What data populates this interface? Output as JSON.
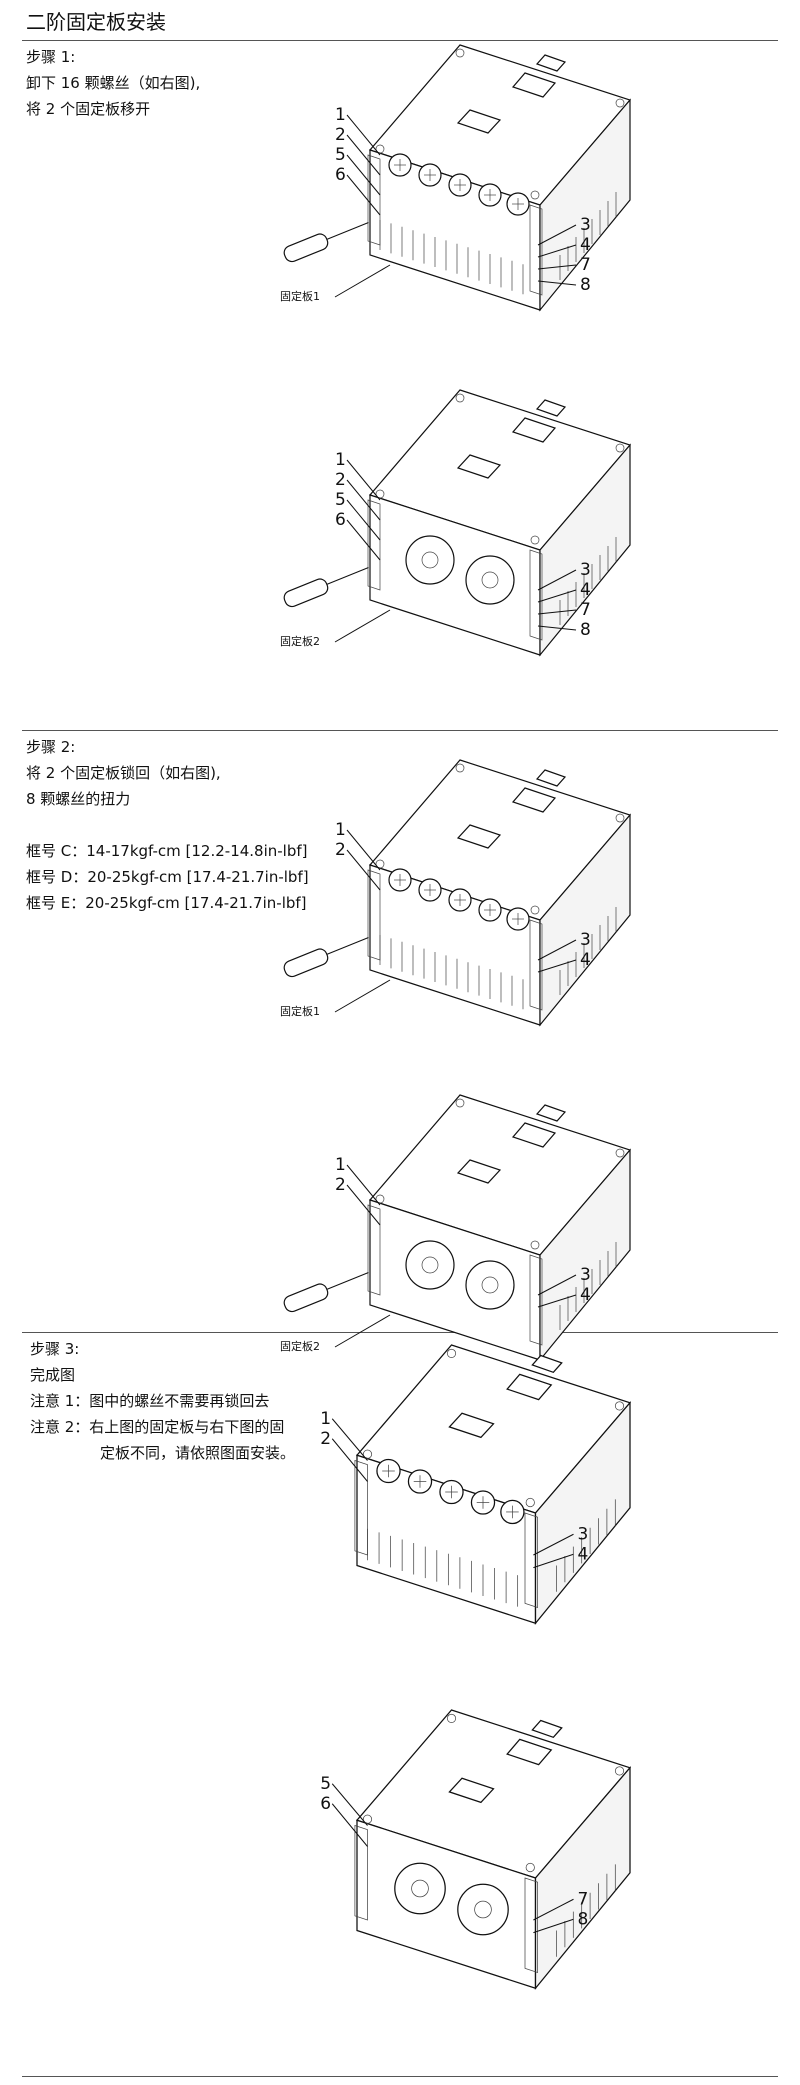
{
  "title": "二阶固定板安装",
  "step1": {
    "heading": "步骤 1:",
    "line1": "卸下 16 颗螺丝（如右图),",
    "line2": "将 2 个固定板移开"
  },
  "step2": {
    "heading": "步骤 2:",
    "line1": "将 2 个固定板锁回（如右图),",
    "line2": "8 颗螺丝的扭力",
    "torque_c": "框号 C：14-17kgf-cm [12.2-14.8in-lbf]",
    "torque_d": "框号 D：20-25kgf-cm [17.4-21.7in-lbf]",
    "torque_e": "框号 E：20-25kgf-cm [17.4-21.7in-lbf]"
  },
  "step3": {
    "heading": "步骤 3:",
    "line1": "完成图",
    "note1": "注意 1：图中的螺丝不需要再锁回去",
    "note2a": "注意 2：右上图的固定板与右下图的固",
    "note2b": "定板不同，请依照图面安装。"
  },
  "figures": {
    "fig1": {
      "left": [
        "1",
        "2",
        "5",
        "6"
      ],
      "right": [
        "3",
        "4",
        "7",
        "8"
      ],
      "plate": "固定板1"
    },
    "fig2": {
      "left": [
        "1",
        "2",
        "5",
        "6"
      ],
      "right": [
        "3",
        "4",
        "7",
        "8"
      ],
      "plate": "固定板2"
    },
    "fig3": {
      "left": [
        "1",
        "2"
      ],
      "right": [
        "3",
        "4"
      ],
      "plate": "固定板1"
    },
    "fig4": {
      "left": [
        "1",
        "2"
      ],
      "right": [
        "3",
        "4"
      ],
      "plate": "固定板2"
    },
    "fig5": {
      "left": [
        "1",
        "2"
      ],
      "right": [
        "3",
        "4"
      ]
    },
    "fig6": {
      "left": [
        "5",
        "6"
      ],
      "right": [
        "7",
        "8"
      ]
    }
  }
}
